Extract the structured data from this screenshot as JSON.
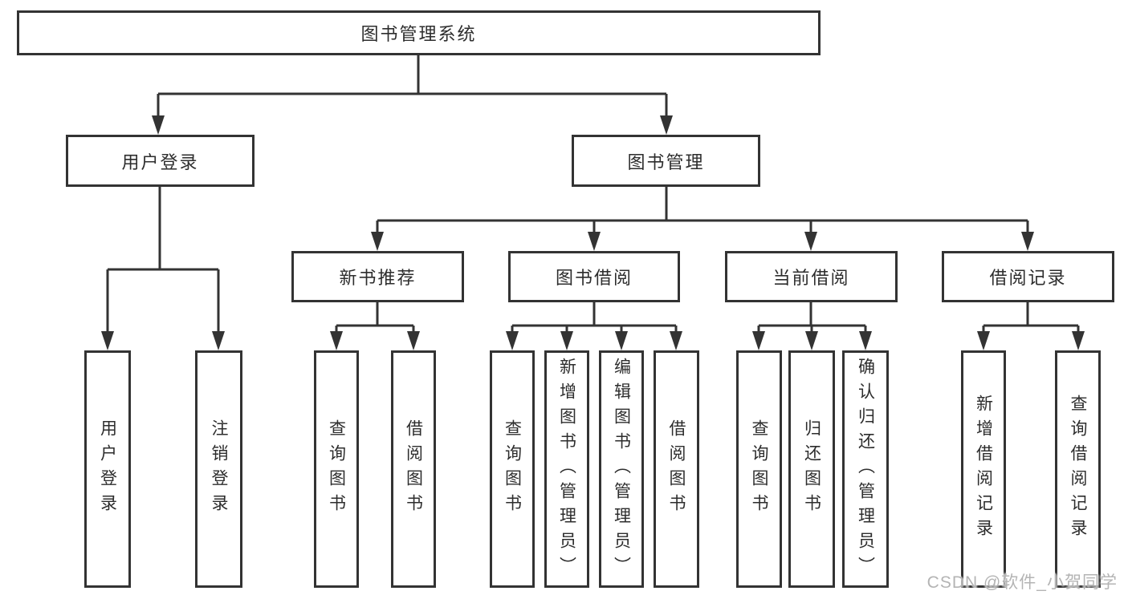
{
  "diagram": {
    "root": "图书管理系统",
    "branches": [
      {
        "label": "用户登录",
        "children": [
          {
            "label": "用户登录"
          },
          {
            "label": "注销登录"
          }
        ]
      },
      {
        "label": "图书管理",
        "sections": [
          {
            "label": "新书推荐",
            "children": [
              {
                "label": "查询图书"
              },
              {
                "label": "借阅图书"
              }
            ]
          },
          {
            "label": "图书借阅",
            "children": [
              {
                "label": "查询图书"
              },
              {
                "label": "新增图书（管理员）"
              },
              {
                "label": "编辑图书（管理员）"
              },
              {
                "label": "借阅图书"
              }
            ]
          },
          {
            "label": "当前借阅",
            "children": [
              {
                "label": "查询图书"
              },
              {
                "label": "归还图书"
              },
              {
                "label": "确认归还（管理员）"
              }
            ]
          },
          {
            "label": "借阅记录",
            "children": [
              {
                "label": "新增借阅记录"
              },
              {
                "label": "查询借阅记录"
              }
            ]
          }
        ]
      }
    ]
  },
  "watermark": {
    "text": "CSDN @软件_小贺同学"
  },
  "colors": {
    "line": "#333333",
    "box_border": "#333333",
    "text": "#2d2d2d",
    "background": "#ffffff",
    "watermark": "#b4b4b4"
  }
}
